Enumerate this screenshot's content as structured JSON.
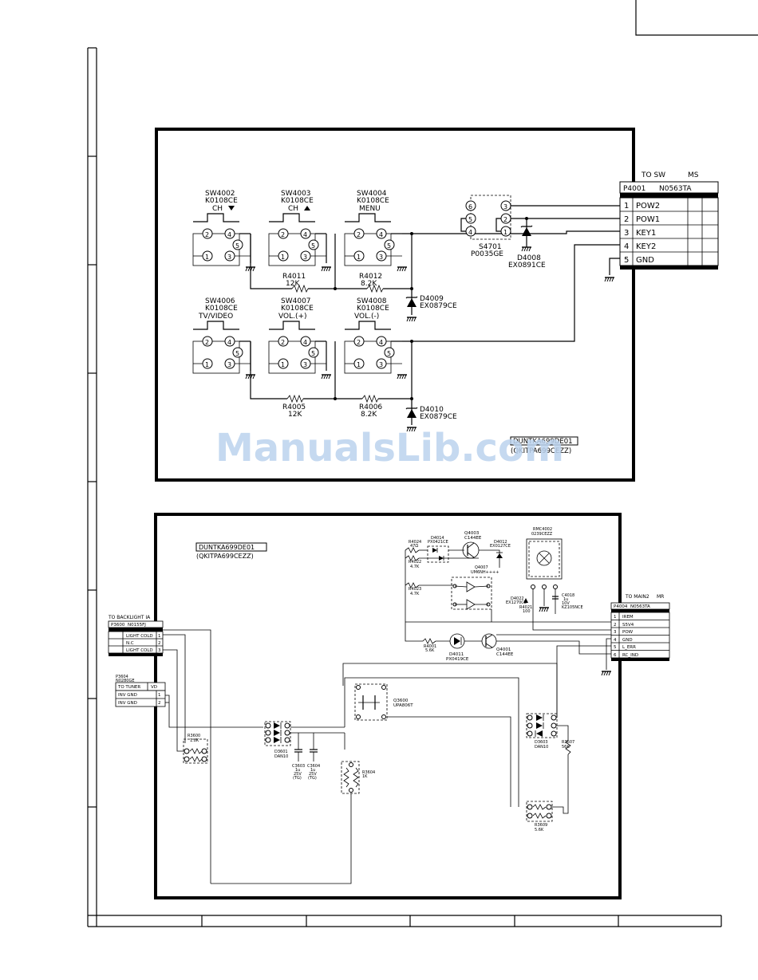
{
  "watermark": "ManualsLib.com",
  "top_panel": {
    "connector": {
      "to_label": "TO SW",
      "to_code": "MS",
      "ref": "P4001",
      "part": "N0563TA",
      "pins": [
        {
          "num": "1",
          "name": "POW2"
        },
        {
          "num": "2",
          "name": "POW1"
        },
        {
          "num": "3",
          "name": "KEY1"
        },
        {
          "num": "4",
          "name": "KEY2"
        },
        {
          "num": "5",
          "name": "GND"
        }
      ]
    },
    "switches": [
      {
        "ref": "SW4002",
        "part": "K0108CE",
        "label": "CH"
      },
      {
        "ref": "SW4003",
        "part": "K0108CE",
        "label": "CH"
      },
      {
        "ref": "SW4004",
        "part": "K0108CE",
        "label": "MENU"
      },
      {
        "ref": "SW4006",
        "part": "K0108CE",
        "label": "TV/VIDEO"
      },
      {
        "ref": "SW4007",
        "part": "K0108CE",
        "label": "VOL.(+)"
      },
      {
        "ref": "SW4008",
        "part": "K0108CE",
        "label": "VOL.(-)"
      }
    ],
    "pin_labels": {
      "p1": "1",
      "p2": "2",
      "p3": "3",
      "p4": "4",
      "p5": "5",
      "p6": "6"
    },
    "resistors": [
      {
        "ref": "R4011",
        "value": "12K"
      },
      {
        "ref": "R4012",
        "value": "8.2K"
      },
      {
        "ref": "R4005",
        "value": "12K"
      },
      {
        "ref": "R4006",
        "value": "8.2K"
      }
    ],
    "diodes": [
      {
        "ref": "D4009",
        "part": "EX0879CE"
      },
      {
        "ref": "D4010",
        "part": "EX0879CE"
      },
      {
        "ref": "D4008",
        "part": "EX0891CE"
      }
    ],
    "power_switch": {
      "ref": "S4701",
      "part": "P0035GE"
    },
    "stamp_line1": "DUNTKA699DE01",
    "stamp_line2": "(QKITPA699CEZZ)"
  },
  "bottom_panel": {
    "stamp_line1": "DUNTKA699DE01",
    "stamp_line2": "(QKITPA699CEZZ)",
    "backlight": {
      "to_label": "TO BACKLIGHT IA",
      "ref": "P3600",
      "part": "N0155FJ",
      "pins": [
        {
          "num": "1",
          "name": "LIGHT COLD"
        },
        {
          "num": "2",
          "name": "N.C"
        },
        {
          "num": "3",
          "name": "LIGHT COLD"
        }
      ]
    },
    "tuner": {
      "ref": "P3604",
      "part": "N0280GE",
      "to_label": "TO TUNER",
      "to_code": "VD",
      "pins": [
        {
          "num": "1",
          "name": "INV GND"
        },
        {
          "num": "2",
          "name": "INV GND"
        }
      ]
    },
    "main": {
      "to_label": "TO MAIN2",
      "to_code": "MR",
      "ref": "P4004",
      "part": "N0563TA",
      "pins": [
        {
          "num": "1",
          "name": "IREM"
        },
        {
          "num": "2",
          "name": "S5V4"
        },
        {
          "num": "3",
          "name": "POW"
        },
        {
          "num": "4",
          "name": "GND"
        },
        {
          "num": "5",
          "name": "L_ERR"
        },
        {
          "num": "6",
          "name": "RC_IND"
        }
      ]
    },
    "parts": {
      "q4003": {
        "ref": "Q4003",
        "part": "C144EE"
      },
      "q4001": {
        "ref": "Q4001",
        "part": "C144EE"
      },
      "d4011": {
        "ref": "D4011",
        "part": "PX0419CE"
      },
      "d4014": {
        "ref": "D4014",
        "part": "PX0421CE"
      },
      "d4012": {
        "ref": "D4012",
        "part": "EX0127CE"
      },
      "q4007": {
        "ref": "Q4007",
        "part": "UM6NH++++"
      },
      "rmc": {
        "ref": "RMC4002",
        "part": "0239CEZZ"
      },
      "r4024": {
        "ref": "R4024",
        "value": "47Ω"
      },
      "r4022": {
        "ref": "R4022",
        "value": "4.7K"
      },
      "r4023": {
        "ref": "R4023",
        "value": "4.7K"
      },
      "r4001": {
        "ref": "R4001",
        "value": "5.6K"
      },
      "r4021": {
        "ref": "R4021",
        "value": "100"
      },
      "d4022": {
        "ref": "D4022",
        "part": "EX1270CE"
      },
      "c4018": {
        "ref": "C4018",
        "value": "1u",
        "rating": "10V",
        "part": "KZ105NCE"
      },
      "q3600": {
        "ref": "Q3600",
        "part": "UPA806T"
      },
      "d3601": {
        "ref": "D3601",
        "part": "DAN10"
      },
      "d3603": {
        "ref": "D3603",
        "part": "DAN10"
      },
      "r3600": {
        "ref": "R3600",
        "value": "1.8K"
      },
      "r3604": {
        "ref": "R3604",
        "value": "1K"
      },
      "r3607": {
        "ref": "R3607",
        "value": "56K"
      },
      "r3609": {
        "ref": "R3609",
        "value": "5.6K"
      },
      "c3603": {
        "ref": "C3603",
        "value": "1u",
        "rating": "25V",
        "note": "(TG)"
      },
      "c3604": {
        "ref": "C3604",
        "value": "1u",
        "rating": "25V",
        "note": "(TG)"
      }
    }
  }
}
